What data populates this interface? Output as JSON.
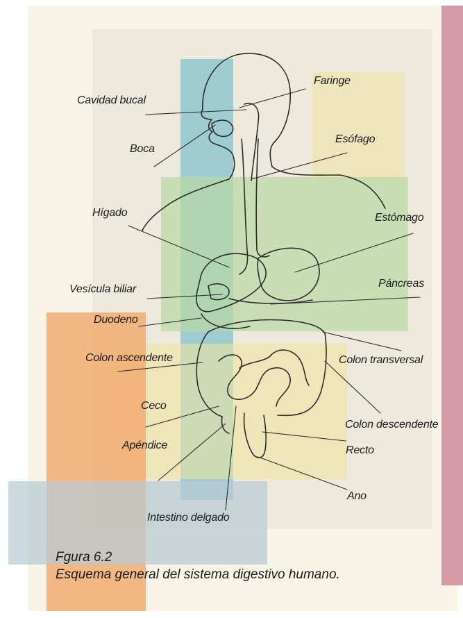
{
  "figure": {
    "number": "Fgura 6.2",
    "caption": "Esquema general del sistema digestivo humano."
  },
  "labels": {
    "faringe": "Faringe",
    "cavidad_bucal": "Cavidad bucal",
    "boca": "Boca",
    "esofago": "Esófago",
    "higado": "Hígado",
    "estomago": "Estómago",
    "pancreas": "Páncreas",
    "vesicula_biliar": "Vesícula biliar",
    "duodeno": "Duodeno",
    "colon_ascendente": "Colon ascendente",
    "colon_transversal": "Colon transversal",
    "ceco": "Ceco",
    "colon_descendente": "Colon descendente",
    "apendice": "Apéndice",
    "recto": "Recto",
    "ano": "Ano",
    "intestino_delgado": "Intestino delgado"
  },
  "colors": {
    "background": "#f8f4e8",
    "panel": "#ede9dc",
    "blue_block": "#8fc7cf",
    "green_block": "#b9d8a4",
    "yellow_block": "#efe2a2",
    "orange_block": "#f1ab71",
    "pink_band": "#d49aa6",
    "steel_block": "#b9cbd2",
    "ink": "#2b2b2b"
  }
}
